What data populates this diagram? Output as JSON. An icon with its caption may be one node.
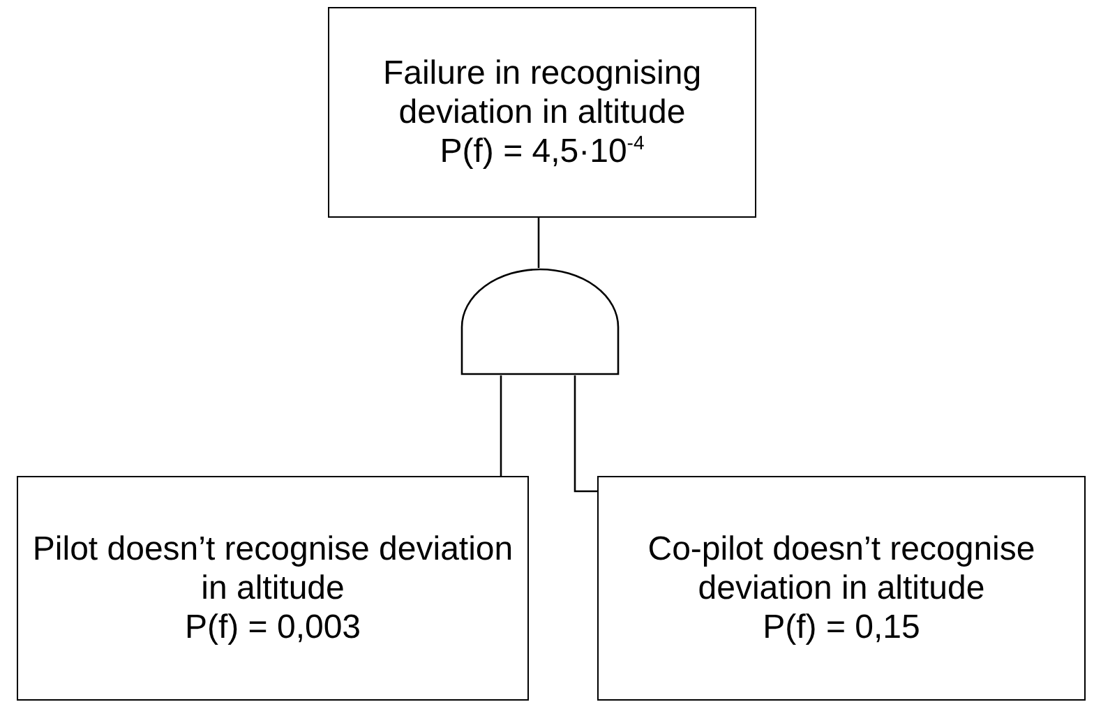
{
  "diagram": {
    "nodes": [
      {
        "text": [
          "Failure in recognising deviation in altitude",
          "P(f) = 4,5·10$^{-4}$"
        ]
      },
      {
        "text": [],
        "shape": "gate"
      },
      {
        "text": [
          "Pilot doesn’t recognise deviation in altitude",
          "P(f) = 0,003"
        ]
      },
      {
        "text": [
          "Co-pilot doesn’t recognise deviation in altitude",
          "P(f) = 0,15"
        ]
      }
    ],
    "edges": [
      {
        "from": 0,
        "to": 1,
        "arrow": "none"
      },
      {
        "from": 1,
        "to": 2,
        "arrow": "none"
      },
      {
        "from": 1,
        "to": 3,
        "arrow": "none"
      }
    ]
  }
}
